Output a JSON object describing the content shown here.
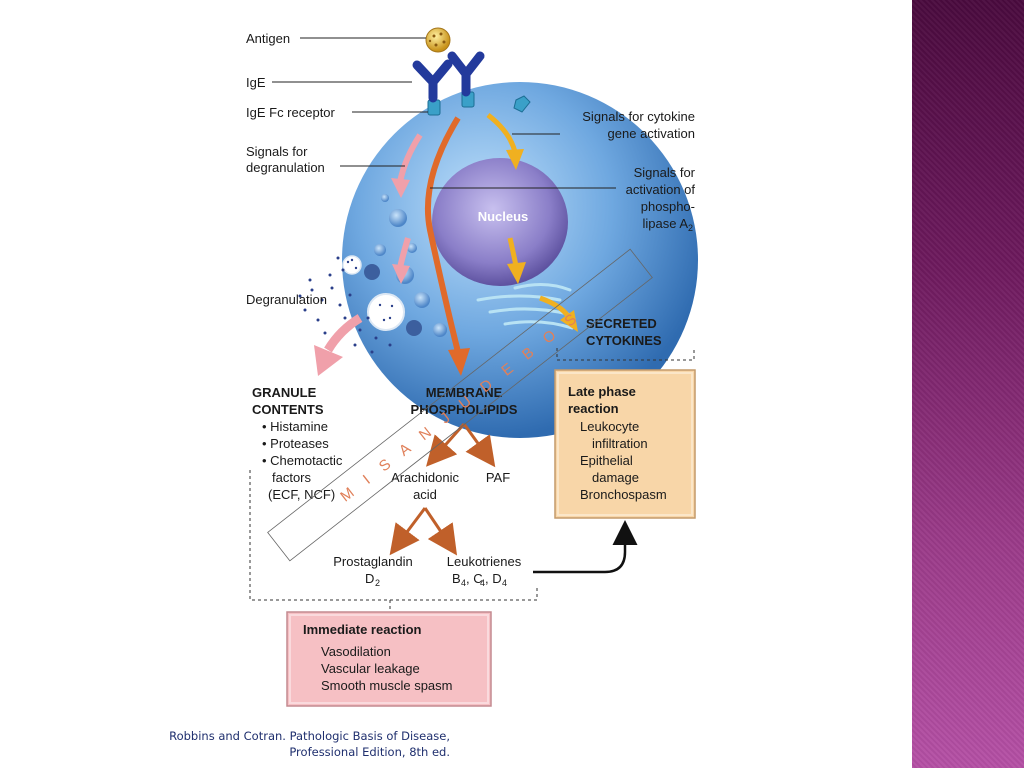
{
  "labels": {
    "antigen": "Antigen",
    "ige": "IgE",
    "ige_fc_receptor": "IgE Fc receptor",
    "signals_degranulation": [
      "Signals for",
      "degranulation"
    ],
    "signals_cytokine": [
      "Signals for cytokine",
      "gene activation"
    ],
    "signals_phospholipase": [
      "Signals for",
      "activation of",
      "phospho-",
      "lipase A"
    ],
    "phospholipase_sub": "2",
    "nucleus": "Nucleus",
    "degranulation": "Degranulation",
    "secreted_cytokines": [
      "SECRETED",
      "CYTOKINES"
    ]
  },
  "granule": {
    "title": [
      "GRANULE",
      "CONTENTS"
    ],
    "items": [
      "• Histamine",
      "• Proteases",
      "• Chemotactic",
      "factors",
      "(ECF, NCF)"
    ]
  },
  "membrane": {
    "title": [
      "MEMBRANE",
      "PHOSPHOLIPIDS"
    ],
    "arachidonic": [
      "Arachidonic",
      "acid"
    ],
    "paf": "PAF",
    "prostaglandin": "Prostaglandin",
    "prostaglandin_d": "D",
    "prostaglandin_sub": "2",
    "leukotrienes": "Leukotrienes",
    "leuk_b": "B",
    "leuk_b_sub": "4",
    "leuk_c": ", C",
    "leuk_c_sub": "4",
    "leuk_d": ", D",
    "leuk_d_sub": "4"
  },
  "late_phase": {
    "title": [
      "Late phase",
      "reaction"
    ],
    "items": [
      "Leukocyte",
      "infiltration",
      "Epithelial",
      "damage",
      "Bronchospasm"
    ]
  },
  "immediate": {
    "title": "Immediate reaction",
    "items": [
      "Vasodilation",
      "Vascular leakage",
      "Smooth muscle spasm"
    ]
  },
  "watermark": "M I S A N J U  D E B O S",
  "citation": [
    "Robbins and Cotran. Pathologic Basis of Disease,",
    "Professional Edition, 8th ed."
  ],
  "colors": {
    "cell": "#6fa8e0",
    "nucleus": "#8a7ec8",
    "pink_arrow": "#f0a0aa",
    "orange_arrow": "#e06a2a",
    "yellow_arrow": "#f0b020",
    "late_box": "#f8d6a8",
    "immediate_box": "#f6c0c4",
    "side_band": "#6e1a5e"
  }
}
